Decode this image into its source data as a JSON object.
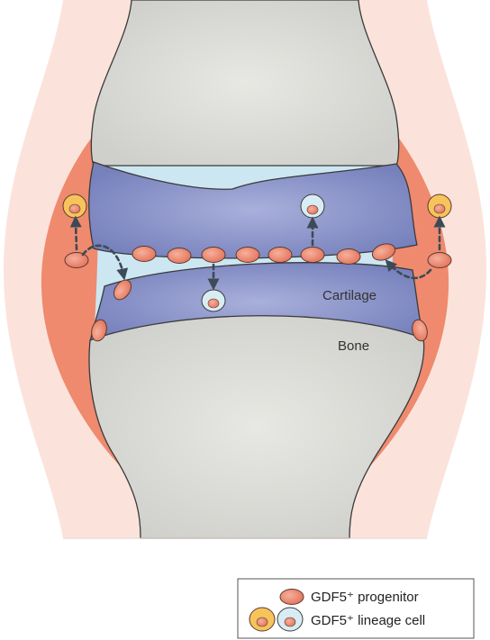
{
  "labels": {
    "cartilage": "Cartilage",
    "bone": "Bone"
  },
  "legend": {
    "progenitor": "GDF5⁺ progenitor",
    "lineage": "GDF5⁺ lineage cell"
  },
  "colors": {
    "skin": "#fbe3dc",
    "synovium": "#ef8a6e",
    "bone": "#dcddd8",
    "cartilage": "#8b94c8",
    "joint_space": "#cce7f1",
    "cell_orange": "#ee8e78",
    "cell_yellow": "#f6c45a",
    "cell_blue": "#d8ecf3",
    "arrow": "#3d4a55"
  },
  "icons": [
    "dashed-arrow-icon",
    "progenitor-cell-icon",
    "lineage-cell-icon"
  ]
}
